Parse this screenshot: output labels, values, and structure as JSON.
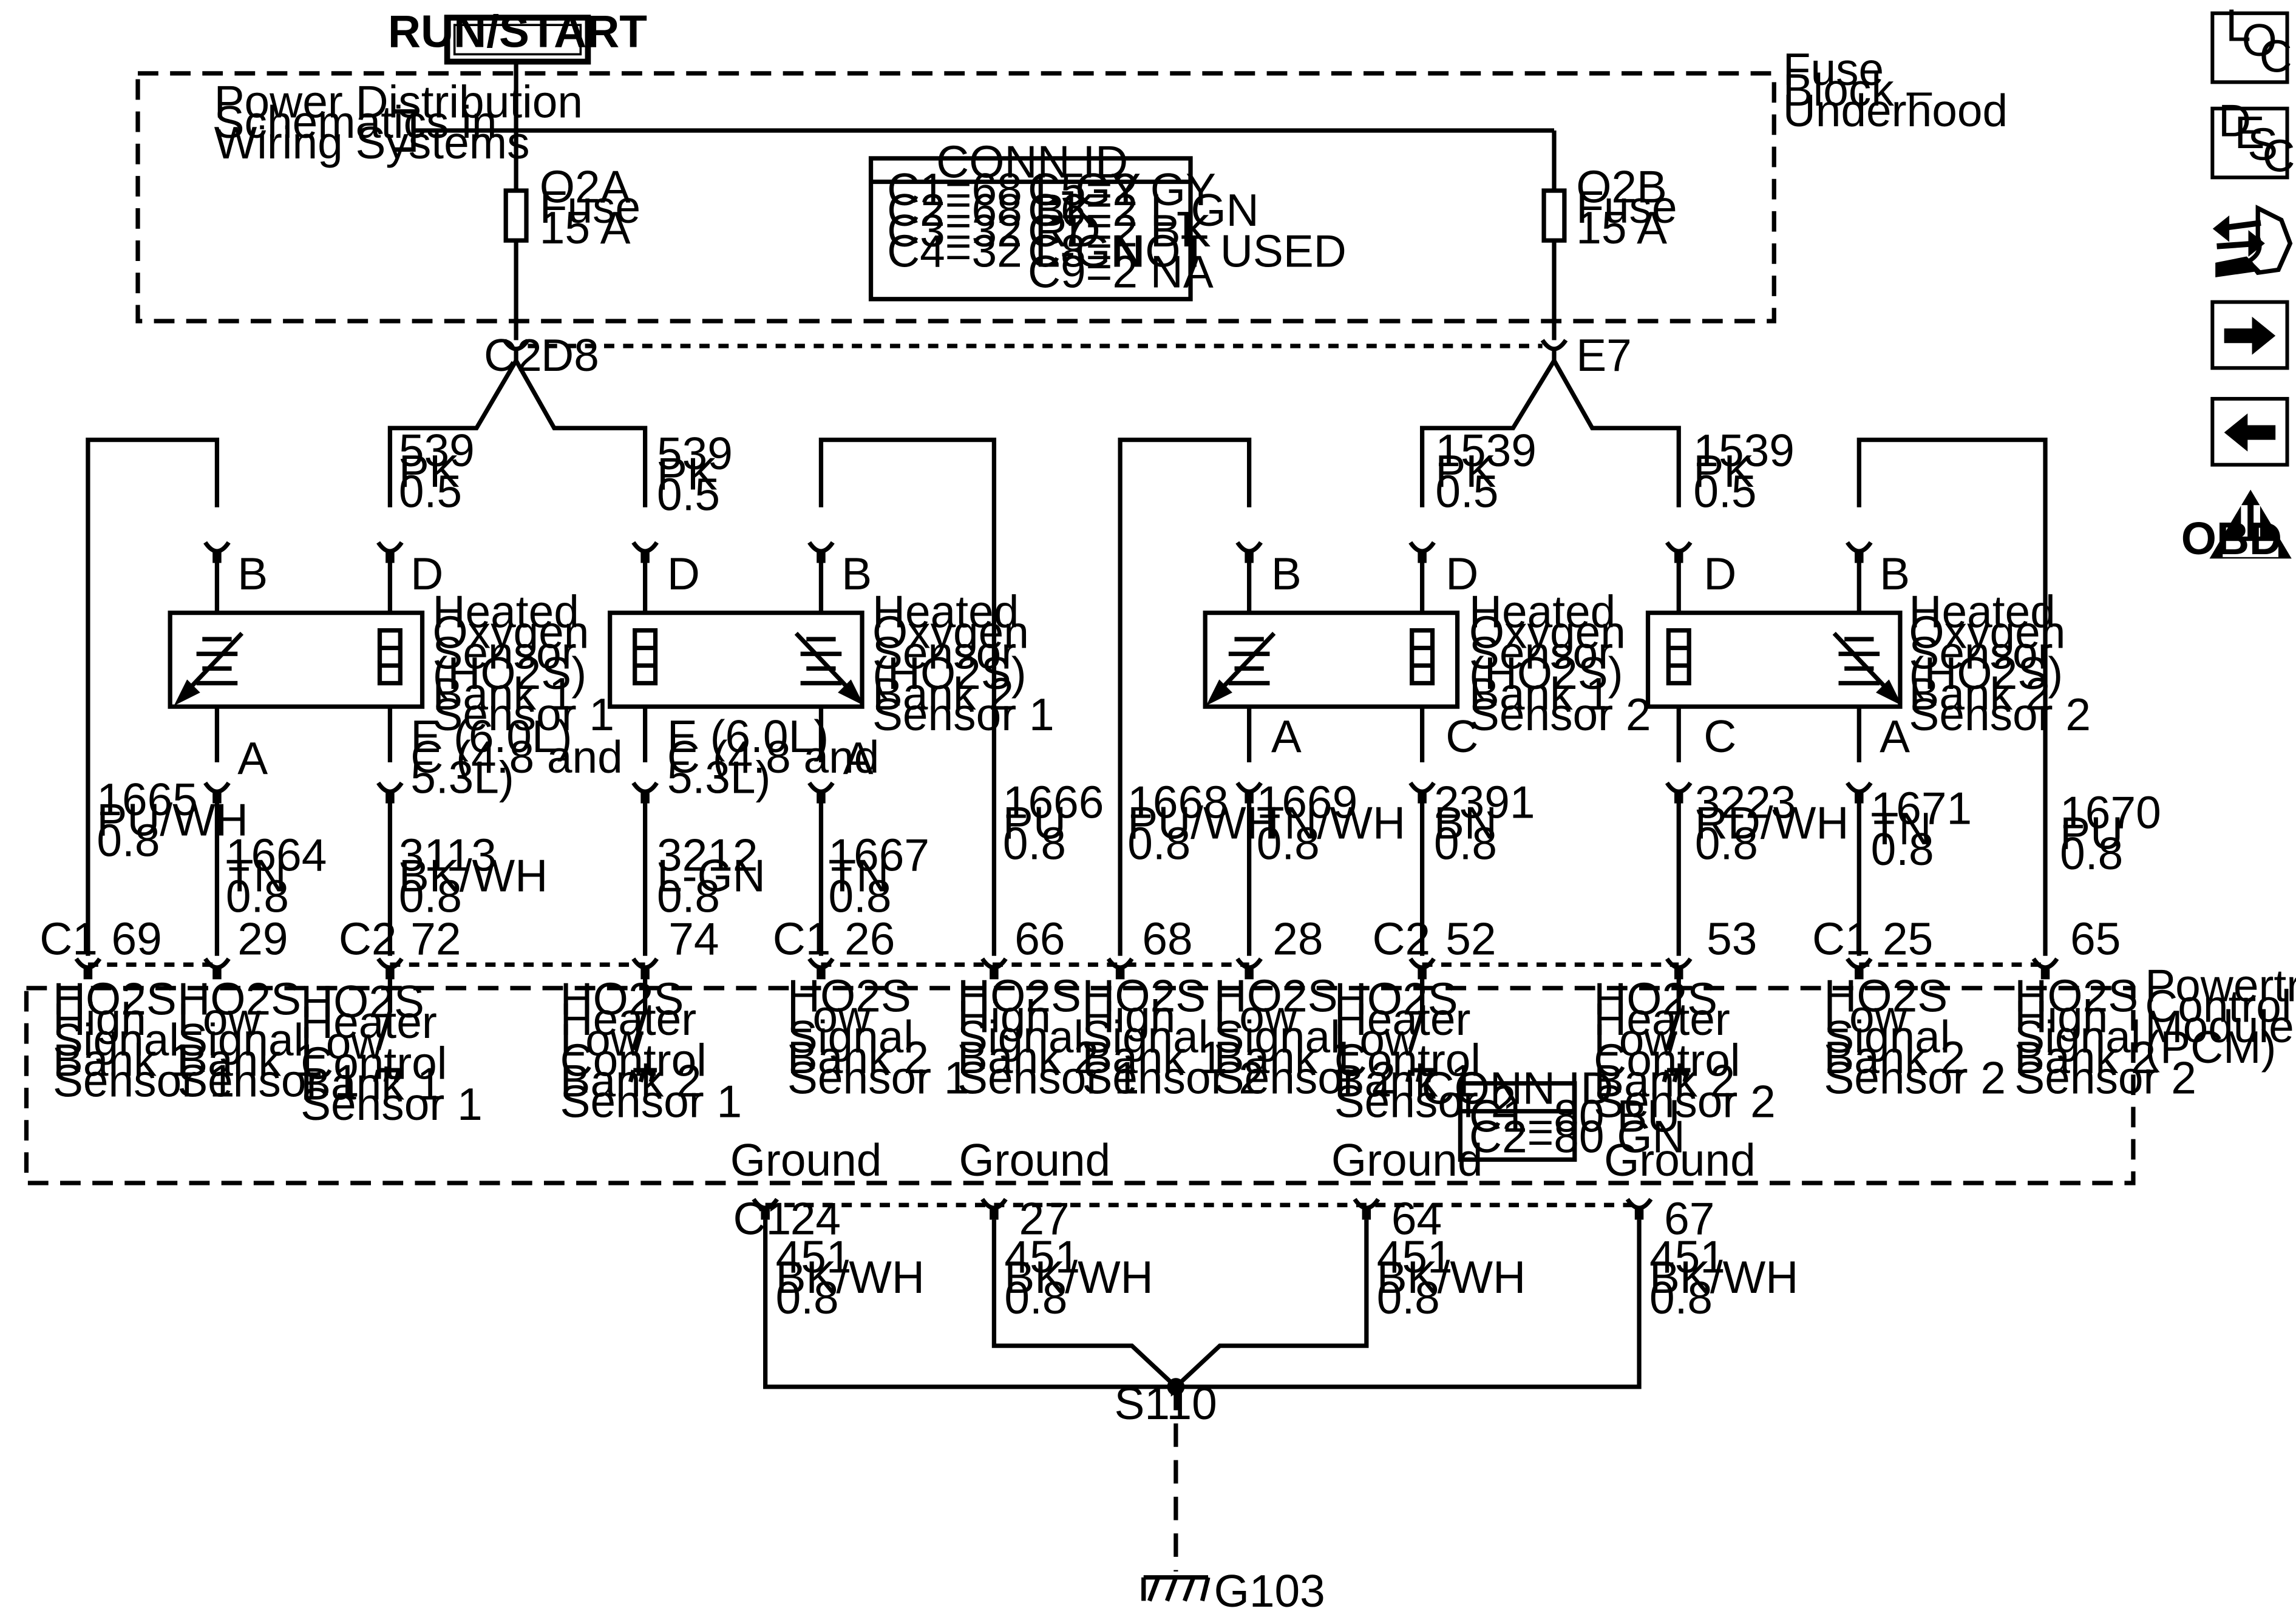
{
  "power_source": "RUN/START",
  "power_note": [
    "Power Distribution",
    "Schematics in",
    "Wiring Systems"
  ],
  "fuse_block_label": [
    "Fuse",
    "Block –",
    "Underhood"
  ],
  "fuses": [
    {
      "lines": [
        "O2A",
        "Fuse",
        "15 A"
      ]
    },
    {
      "lines": [
        "O2B",
        "Fuse",
        "15 A"
      ]
    }
  ],
  "fuse_conn_id": {
    "title": "CONN ID",
    "left": [
      "C1=68 L-GY",
      "C2=68 BK",
      "C3=32 RD",
      "C4=32 L-GN"
    ],
    "right": [
      "C5=2 GY",
      "C6=2 L-GN",
      "C7=2 BK",
      "C8=NOT USED",
      "C9=2 NA"
    ]
  },
  "fuse_connectors": {
    "c2": "C2",
    "d8": "D8",
    "e7": "E7"
  },
  "feed_wires": [
    {
      "lines": [
        "539",
        "PK",
        "0.5"
      ]
    },
    {
      "lines": [
        "539",
        "PK",
        "0.5"
      ]
    },
    {
      "lines": [
        "1539",
        "PK",
        "0.5"
      ]
    },
    {
      "lines": [
        "1539",
        "PK",
        "0.5"
      ]
    }
  ],
  "sensors": [
    {
      "lines": [
        "Heated",
        "Oxygen",
        "Sensor",
        "(HO2S)",
        "Bank 1",
        "Sensor 1"
      ]
    },
    {
      "lines": [
        "Heated",
        "Oxygen",
        "Sensor",
        "(HO2S)",
        "Bank 2",
        "Sensor 1"
      ]
    },
    {
      "lines": [
        "Heated",
        "Oxygen",
        "Sensor",
        "(HO2S)",
        "Bank 1",
        "Sensor 2"
      ]
    },
    {
      "lines": [
        "Heated",
        "Oxygen",
        "Sensor",
        "(HO2S)",
        "Bank 2",
        "Sensor 2"
      ]
    }
  ],
  "sensor_pins": {
    "b": "B",
    "d": "D",
    "a": "A",
    "c": "C",
    "ec": [
      "E (6.0L)",
      "C (4.8 and",
      "5.3L)"
    ]
  },
  "pcm_wires": [
    {
      "lines": [
        "1665",
        "PU/WH",
        "0.8"
      ]
    },
    {
      "lines": [
        "1664",
        "TN",
        "0.8"
      ]
    },
    {
      "lines": [
        "3113",
        "BK/WH",
        "0.8"
      ]
    },
    {
      "lines": [
        "3212",
        "L-GN",
        "0.8"
      ]
    },
    {
      "lines": [
        "1667",
        "TN",
        "0.8"
      ]
    },
    {
      "lines": [
        "1666",
        "PU",
        "0.8"
      ]
    },
    {
      "lines": [
        "1668",
        "PU/WH",
        "0.8"
      ]
    },
    {
      "lines": [
        "1669",
        "TN/WH",
        "0.8"
      ]
    },
    {
      "lines": [
        "2391",
        "BN",
        "0.8"
      ]
    },
    {
      "lines": [
        "3223",
        "RD/WH",
        "0.8"
      ]
    },
    {
      "lines": [
        "1671",
        "TN",
        "0.8"
      ]
    },
    {
      "lines": [
        "1670",
        "PU",
        "0.8"
      ]
    }
  ],
  "pcm_connectors": [
    "C1",
    "C2",
    "C1",
    "C2",
    "C1"
  ],
  "pcm_pins": [
    "69",
    "29",
    "72",
    "74",
    "26",
    "66",
    "68",
    "28",
    "52",
    "53",
    "25",
    "65"
  ],
  "pcm_functions": [
    {
      "lines": [
        "HO2S",
        "High",
        "Signal",
        "Bank 1",
        "Sensor 1"
      ]
    },
    {
      "lines": [
        "HO2S",
        "Low",
        "Signal",
        "Bank 1",
        "Sensor 1"
      ]
    },
    {
      "lines": [
        "HO2S",
        "Heater",
        "Low",
        "Control",
        "Bank 1",
        "Sensor 1"
      ]
    },
    {
      "lines": [
        "HO2S",
        "Heater",
        "Low",
        "Control",
        "Bank 2",
        "Sensor 1"
      ]
    },
    {
      "lines": [
        "HO2S",
        "Low",
        "Signal",
        "Bank 2",
        "Sensor 1"
      ]
    },
    {
      "lines": [
        "HO2S",
        "High",
        "Signal",
        "Bank 2",
        "Sensor 1"
      ]
    },
    {
      "lines": [
        "HO2S",
        "High",
        "Signal",
        "Bank 1",
        "Sensor 2"
      ]
    },
    {
      "lines": [
        "HO2S",
        "Low",
        "Signal",
        "Bank 1",
        "Sensor 2"
      ]
    },
    {
      "lines": [
        "HO2S",
        "Heater",
        "Low",
        "Control",
        "Bank 1",
        "Sensor 2"
      ]
    },
    {
      "lines": [
        "HO2S",
        "Heater",
        "Low",
        "Control",
        "Bank 2",
        "Sensor 2"
      ]
    },
    {
      "lines": [
        "HO2S",
        "Low",
        "Signal",
        "Bank 2",
        "Sensor 2"
      ]
    },
    {
      "lines": [
        "HO2S",
        "High",
        "Signal",
        "Bank 2",
        "Sensor 2"
      ]
    }
  ],
  "pcm_label": [
    "Powertrain",
    "Control",
    "Module",
    "(PCM)"
  ],
  "pcm_conn_id": {
    "title": "CONN ID",
    "lines": [
      "C1=80 BU",
      "C2=80 GN"
    ]
  },
  "ground_label": "Ground",
  "ground_connector": "C1",
  "ground_pins": [
    "24",
    "27",
    "64",
    "67"
  ],
  "ground_wires": [
    {
      "lines": [
        "451",
        "BK/WH",
        "0.8"
      ]
    },
    {
      "lines": [
        "451",
        "BK/WH",
        "0.8"
      ]
    },
    {
      "lines": [
        "451",
        "BK/WH",
        "0.8"
      ]
    },
    {
      "lines": [
        "451",
        "BK/WH",
        "0.8"
      ]
    }
  ],
  "splice": "S110",
  "ground_point": "G103",
  "side_icons": [
    "loc-icon",
    "desc-icon",
    "connector-repair-icon",
    "next-page-icon",
    "previous-page-icon",
    "obd-ii-icon"
  ],
  "loc_icon": {
    "l": "L",
    "o": "O",
    "c": "C"
  },
  "desc_icon": {
    "d": "D",
    "e": "E",
    "s": "S",
    "c": "C"
  },
  "obd_icon": {
    "ii": "II",
    "label": "OBD II"
  }
}
